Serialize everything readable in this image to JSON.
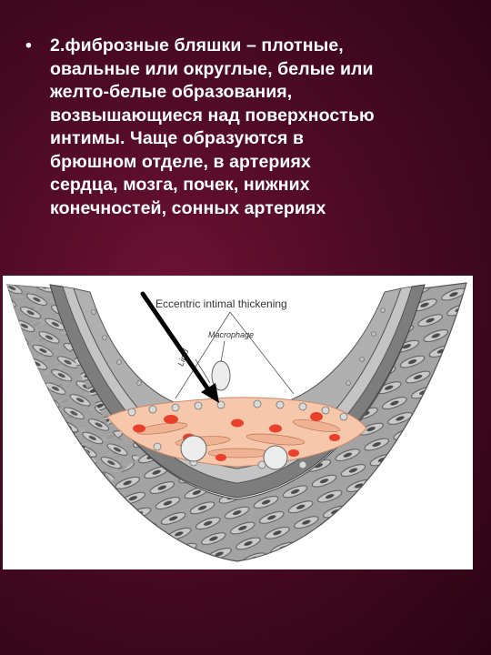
{
  "slide": {
    "bullet_symbol": "•",
    "text": "2.фиброзные бляшки – плотные,\nовальные или округлые, белые или\nжелто-белые образования,\nвозвышающиеся над поверхностью\nинтимы. Чаще образуются в\nбрюшном отделе, в артериях\nсердца, мозга, почек, нижних\nконечностей, сонных артериях"
  },
  "figure": {
    "label_main": "Eccentric intimal thickening",
    "label_macrophage": "Macrophage",
    "label_lipid": "Lipid"
  },
  "colors": {
    "background": "#4c0a24",
    "text": "#ffffff",
    "plaque_fill": "#f6c7aa",
    "nuclei": "#e8402a",
    "wall": "#9c9c9c"
  }
}
